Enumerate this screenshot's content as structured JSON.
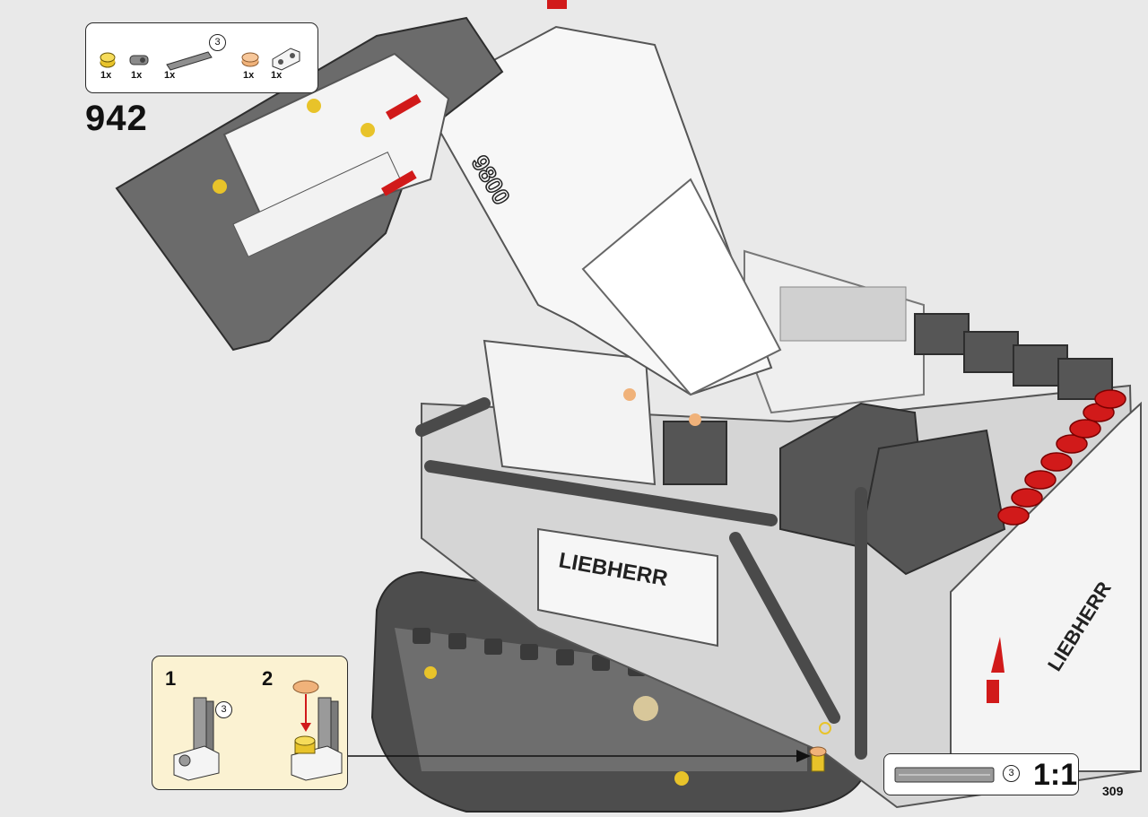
{
  "step": {
    "number": "942"
  },
  "parts_list": [
    {
      "qty": "1x",
      "icon": "yellow-round-tile-icon",
      "color": "#e8c32a"
    },
    {
      "qty": "1x",
      "icon": "gray-axle-connector-icon",
      "color": "#8a8a8a"
    },
    {
      "qty": "1x",
      "icon": "gray-axle-3-icon",
      "color": "#8f8f8f",
      "length_badge": "3"
    },
    {
      "qty": "1x",
      "icon": "tan-round-tile-icon",
      "color": "#f0b27a"
    },
    {
      "qty": "1x",
      "icon": "white-liftarm-icon",
      "color": "#f4f4f4"
    }
  ],
  "substeps": [
    {
      "number": "1",
      "length_badge": "3"
    },
    {
      "number": "2"
    }
  ],
  "scale_indicator": {
    "length_badge": "3",
    "label": "1:1"
  },
  "page": {
    "number": "309"
  },
  "model_text": {
    "boom_number": "9800",
    "brand": "LIEBHERR"
  },
  "colors": {
    "accent_red": "#d11a1a",
    "dark_gray": "#5a5a5a",
    "white": "#f6f6f6"
  }
}
